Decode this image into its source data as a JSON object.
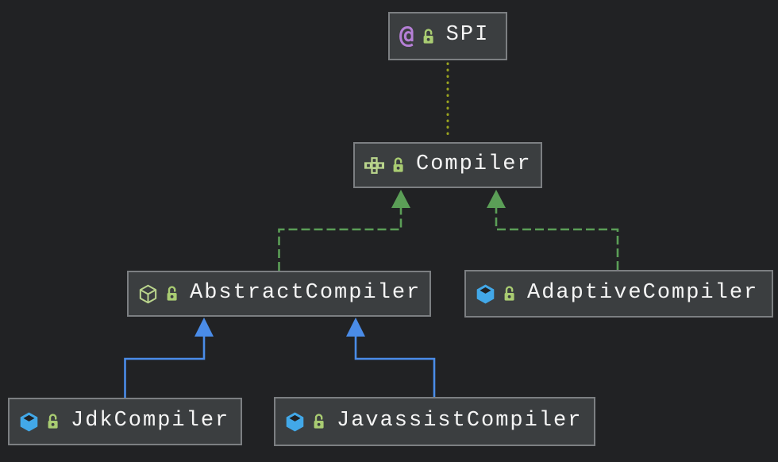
{
  "diagram": {
    "kind": "uml-class-diagram",
    "theme": "dark",
    "nodes": {
      "spi": {
        "label": "SPI",
        "kind": "annotation",
        "modifier": "read-only"
      },
      "compiler": {
        "label": "Compiler",
        "kind": "interface",
        "modifier": "read-only"
      },
      "abstract_compiler": {
        "label": "AbstractCompiler",
        "kind": "abstract-class",
        "modifier": "read-only"
      },
      "adaptive_compiler": {
        "label": "AdaptiveCompiler",
        "kind": "class",
        "modifier": "read-only"
      },
      "jdk_compiler": {
        "label": "JdkCompiler",
        "kind": "class",
        "modifier": "read-only"
      },
      "javassist_compiler": {
        "label": "JavassistCompiler",
        "kind": "class",
        "modifier": "read-only"
      }
    },
    "edges": [
      {
        "from": "compiler",
        "to": "spi",
        "relation": "annotated-with",
        "style": "dotted"
      },
      {
        "from": "abstract_compiler",
        "to": "compiler",
        "relation": "implements",
        "style": "dashed"
      },
      {
        "from": "adaptive_compiler",
        "to": "compiler",
        "relation": "implements",
        "style": "dashed"
      },
      {
        "from": "jdk_compiler",
        "to": "abstract_compiler",
        "relation": "extends",
        "style": "solid"
      },
      {
        "from": "javassist_compiler",
        "to": "abstract_compiler",
        "relation": "extends",
        "style": "solid"
      }
    ],
    "colors": {
      "canvas_background": "#212224",
      "node_fill": "#3b3e40",
      "node_border": "#7c7f82",
      "node_text": "#f5f5f5",
      "annotation_at_purple": "#b57fd6",
      "icon_green": "#b9d48c",
      "lock_green": "#a9cc72",
      "class_cube_blue": "#42a8e8",
      "edge_dotted_olive": "#9aa41f",
      "edge_implements_green": "#5b9e57",
      "edge_extends_blue": "#4a8ce8"
    }
  }
}
